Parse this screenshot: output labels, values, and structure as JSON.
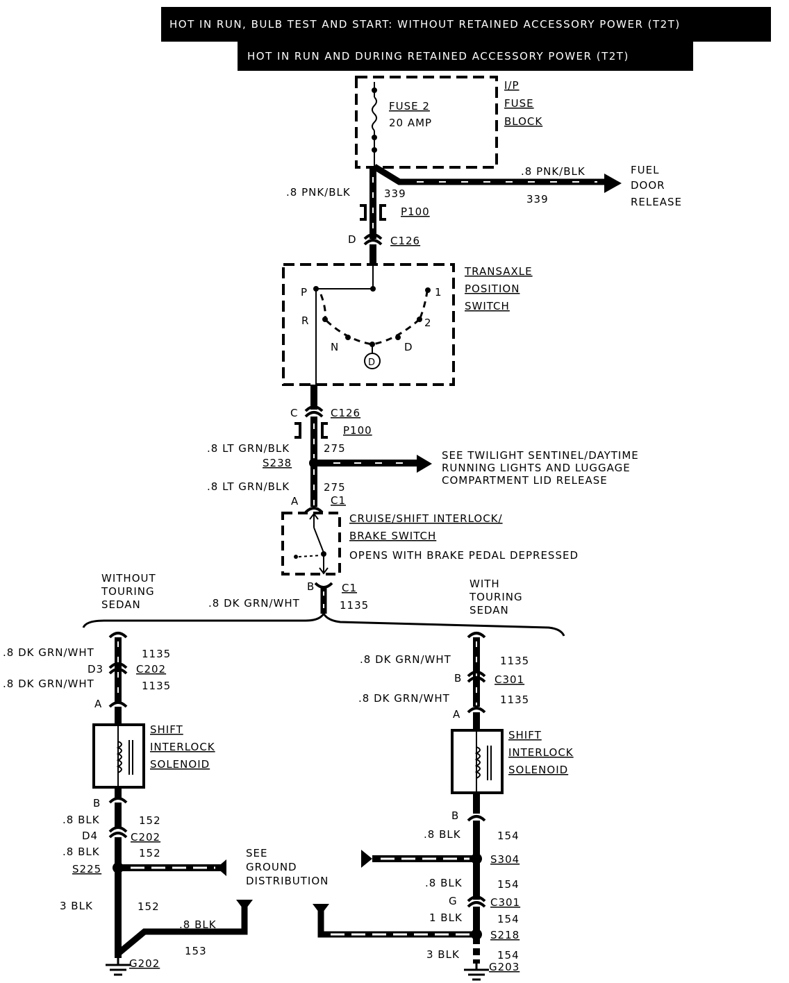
{
  "headers": [
    "HOT IN RUN, BULB TEST AND START: WITHOUT RETAINED ACCESSORY POWER (T2T)",
    "HOT IN RUN AND DURING RETAINED ACCESSORY POWER (T2T)"
  ],
  "fuse_block": {
    "fuse": "FUSE 2",
    "rating": "20 AMP",
    "block_label": [
      "I/P",
      "FUSE",
      "BLOCK"
    ]
  },
  "fuel_door": {
    "wire": ".8 PNK/BLK",
    "circuit": "339",
    "label": [
      "FUEL",
      "DOOR",
      "RELEASE"
    ]
  },
  "main_feed": {
    "wire": ".8 PNK/BLK",
    "circuit": "339",
    "passthrough": "P100",
    "pin": "D",
    "connector": "C126"
  },
  "transaxle_switch": {
    "label": [
      "TRANSAXLE",
      "POSITION",
      "SWITCH"
    ],
    "positions": [
      "P",
      "R",
      "N",
      "D",
      "2",
      "1"
    ],
    "circled": "D"
  },
  "switch_output": {
    "pin": "C",
    "connector": "C126",
    "passthrough": "P100",
    "wire": ".8 LT GRN/BLK",
    "circuit": "275",
    "splice": "S238"
  },
  "see_twilight": [
    "SEE TWILIGHT SENTINEL/DAYTIME",
    "RUNNING LIGHTS AND LUGGAGE",
    "COMPARTMENT LID RELEASE"
  ],
  "brake_feed": {
    "wire": ".8 LT GRN/BLK",
    "circuit": "275",
    "pin": "A",
    "connector": "C1"
  },
  "brake_switch": {
    "label": [
      "CRUISE/SHIFT INTERLOCK/",
      "BRAKE SWITCH"
    ],
    "note": "OPENS WITH BRAKE PEDAL DEPRESSED"
  },
  "brake_out": {
    "pin": "B",
    "connector": "C1",
    "wire": ".8 DK GRN/WHT",
    "circuit": "1135"
  },
  "branch_left_label": [
    "WITHOUT",
    "TOURING",
    "SEDAN"
  ],
  "branch_right_label": [
    "WITH",
    "TOURING",
    "SEDAN"
  ],
  "left": {
    "wire1": ".8 DK GRN/WHT",
    "circuit1": "1135",
    "pin_d3": "D3",
    "conn": "C202",
    "wire2": ".8 DK GRN/WHT",
    "circuit2": "1135",
    "pin_a": "A",
    "solenoid": [
      "SHIFT",
      "INTERLOCK",
      "SOLENOID"
    ],
    "pin_b": "B",
    "gnd_wire1": ".8 BLK",
    "gnd_circuit1": "152",
    "pin_d4": "D4",
    "conn2": "C202",
    "gnd_wire2": ".8 BLK",
    "gnd_circuit2": "152",
    "splice": "S225",
    "gnd_wire3": "3 BLK",
    "gnd_circuit3": "152",
    "gnd_wire4": ".8 BLK",
    "gnd_circuit4": "153",
    "ground": "G202"
  },
  "see_ground": [
    "SEE",
    "GROUND",
    "DISTRIBUTION"
  ],
  "right": {
    "wire1": ".8 DK GRN/WHT",
    "circuit1": "1135",
    "pin_b_top": "B",
    "conn": "C301",
    "wire2": ".8 DK GRN/WHT",
    "circuit2": "1135",
    "pin_a": "A",
    "solenoid": [
      "SHIFT",
      "INTERLOCK",
      "SOLENOID"
    ],
    "pin_b": "B",
    "gnd_wire1": ".8 BLK",
    "gnd_circuit1": "154",
    "splice1": "S304",
    "gnd_wire2": ".8 BLK",
    "gnd_circuit2": "154",
    "pin_g": "G",
    "conn2": "C301",
    "gnd_wire3": "1 BLK",
    "gnd_circuit3": "154",
    "splice2": "S218",
    "gnd_wire4": "3 BLK",
    "gnd_circuit4": "154",
    "ground": "G203"
  }
}
